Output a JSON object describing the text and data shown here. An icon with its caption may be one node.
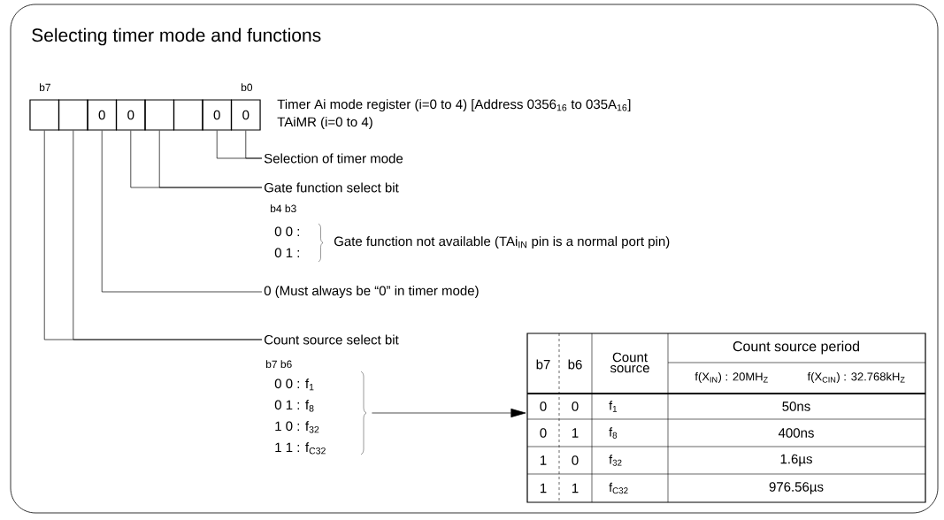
{
  "diagram": {
    "title": "Selecting timer mode and functions",
    "nodes": [
      {
        "text": [],
        "shape": "box"
      },
      {
        "text": [],
        "shape": "box"
      },
      {
        "text": [
          "0"
        ]
      },
      {
        "text": [
          "0"
        ]
      },
      {
        "text": [],
        "shape": "box"
      },
      {
        "text": [],
        "shape": "box"
      },
      {
        "text": [
          "0"
        ]
      },
      {
        "text": [
          "0"
        ]
      },
      {
        "text": [
          "Selection of timer mode"
        ]
      },
      {
        "text": [
          "Gate function select bit"
        ]
      },
      {
        "text": [
          "0 (Must always be “0” in timer mode)"
        ]
      },
      {
        "text": [
          "Count source select bit"
        ]
      },
      {
        "text": [
          "0 0 : f$_{1}$",
          "0 1 : f$_{8}$",
          "1 0 : f$_{32}$",
          "1 1 : f$_{C32}$"
        ]
      },
      {
        "text": [
          "b7",
          "b6",
          "Count source",
          "Count source period",
          "f(X$_{IN}$) : 20MH$_{Z}$",
          "f(X$_{CIN}$) : 32.768kH$_{Z}$",
          "0",
          "0",
          "f$_{1}$",
          "50ns",
          "0",
          "1",
          "f$_{8}$",
          "400ns",
          "1",
          "0",
          "f$_{32}$",
          "1.6µs",
          "1",
          "1",
          "f$_{C32}$",
          "976.56µs"
        ]
      }
    ],
    "edges": [
      {
        "from": 8,
        "to": 6,
        "arrow": "none"
      },
      {
        "from": 8,
        "to": 7,
        "arrow": "none"
      },
      {
        "from": 9,
        "to": 3,
        "arrow": "none"
      },
      {
        "from": 9,
        "to": 4,
        "arrow": "none"
      },
      {
        "from": 10,
        "to": 2,
        "arrow": "none"
      },
      {
        "from": 11,
        "to": 0,
        "arrow": "none"
      },
      {
        "from": 11,
        "to": 1,
        "arrow": "none"
      },
      {
        "from": 12,
        "to": 13,
        "arrow": "to"
      }
    ],
    "labels": [
      "b7",
      "b0",
      "Timer Ai mode register (i=0 to 4)  [Address 0356$_{16}$ to 035A$_{16}$]",
      "TAiMR (i=0 to 4)",
      "b4 b3",
      "0 0 :",
      "0 1 :",
      "Gate function not available (TAi$_{IN}$ pin is a normal port pin)",
      "b7 b6"
    ]
  }
}
